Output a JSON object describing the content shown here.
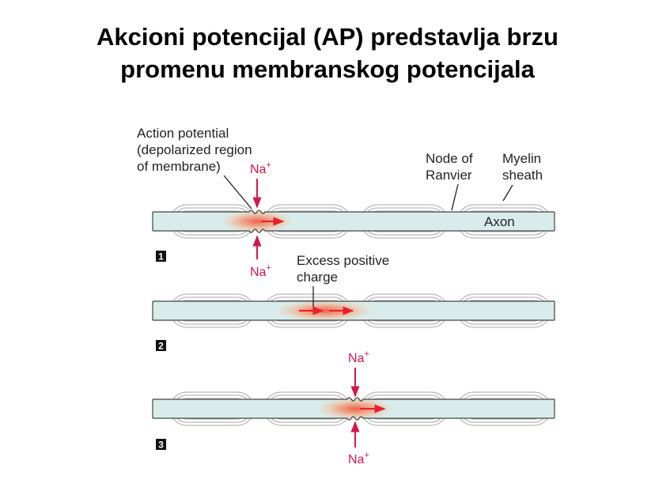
{
  "title": {
    "line1": "Akcioni potencijal (AP) predstavlja brzu",
    "line2": "promenu membranskog potencijala"
  },
  "diagram": {
    "ap_label": [
      "Action potential",
      "(depolarized region",
      "of membrane)"
    ],
    "node_label": [
      "Node of",
      "Ranvier"
    ],
    "myelin_label": [
      "Myelin",
      "sheath"
    ],
    "axon_label": "Axon",
    "excess_label": [
      "Excess positive",
      "charge"
    ],
    "ion": {
      "symbol": "Na",
      "charge": "+"
    },
    "steps": [
      "1",
      "2",
      "3"
    ]
  },
  "colors": {
    "axon_fill": "#d8ecec",
    "depolarized": "#f0704f",
    "ion": "#d2184a",
    "arrow": "#e8202a",
    "myelin": "#b9b9b9"
  }
}
